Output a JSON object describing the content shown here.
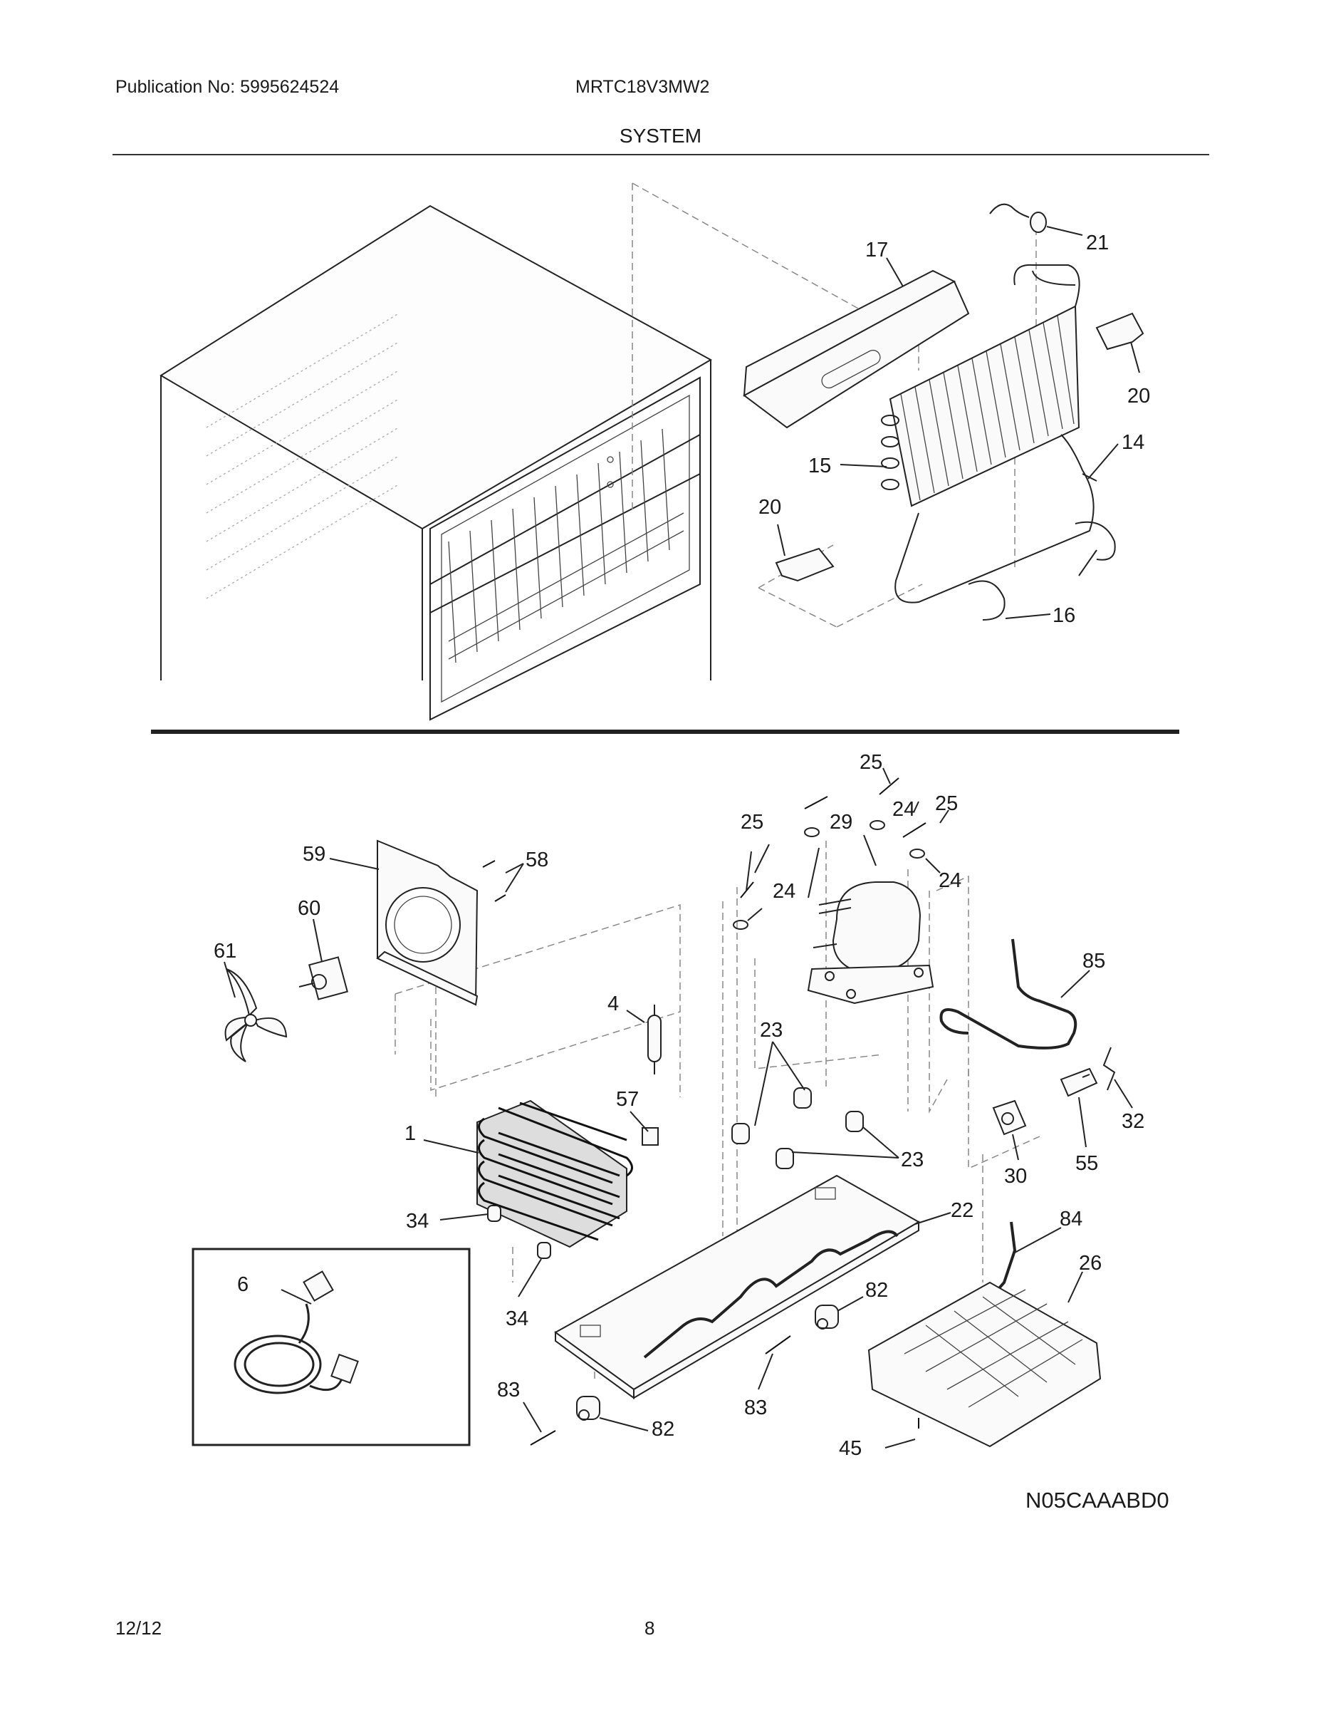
{
  "header": {
    "publication": "Publication No: 5995624524",
    "model": "MRTC18V3MW2",
    "section_title": "SYSTEM"
  },
  "footer": {
    "date": "12/12",
    "page": "8"
  },
  "diagram_code": "N05CAAABD0",
  "callouts": {
    "c17": "17",
    "c21": "21",
    "c20a": "20",
    "c14": "14",
    "c15": "15",
    "c20b": "20",
    "c16": "16",
    "c25a": "25",
    "c25b": "25",
    "c24a": "24",
    "c25c": "25",
    "c29": "29",
    "c24b": "24",
    "c24c": "24",
    "c59": "59",
    "c58": "58",
    "c60": "60",
    "c61": "61",
    "c85": "85",
    "c4": "4",
    "c23a": "23",
    "c57": "57",
    "c1": "1",
    "c23b": "23",
    "c32": "32",
    "c55": "55",
    "c30": "30",
    "c22": "22",
    "c34a": "34",
    "c84": "84",
    "c6": "6",
    "c26": "26",
    "c82a": "82",
    "c34b": "34",
    "c83a": "83",
    "c83b": "83",
    "c82b": "82",
    "c45": "45"
  }
}
